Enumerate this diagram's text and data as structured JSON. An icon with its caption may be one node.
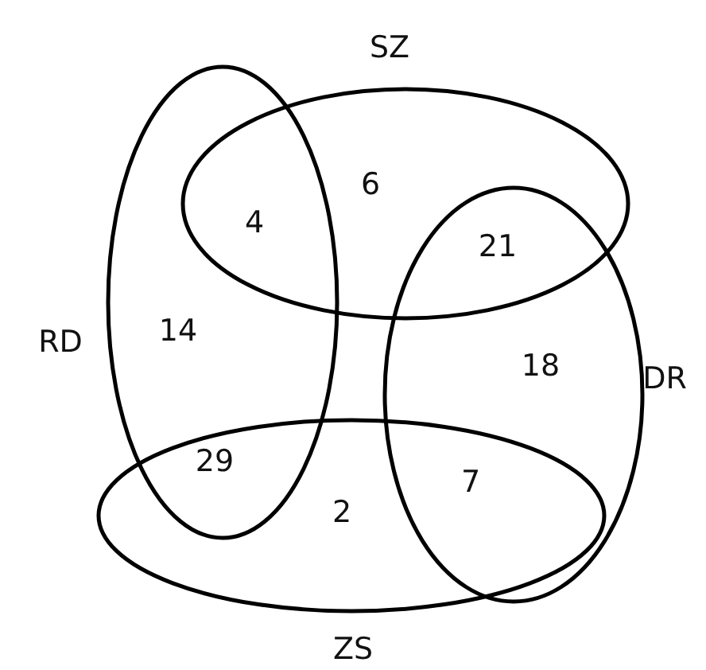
{
  "diagram": {
    "nodes": [
      {
        "text": [
          "SZ"
        ]
      },
      {
        "text": [
          "RD"
        ]
      },
      {
        "text": [
          "DR"
        ]
      },
      {
        "text": [
          "ZS"
        ]
      }
    ],
    "labels": [
      "6",
      "4",
      "21",
      "14",
      "18",
      "29",
      "2",
      "7"
    ]
  }
}
